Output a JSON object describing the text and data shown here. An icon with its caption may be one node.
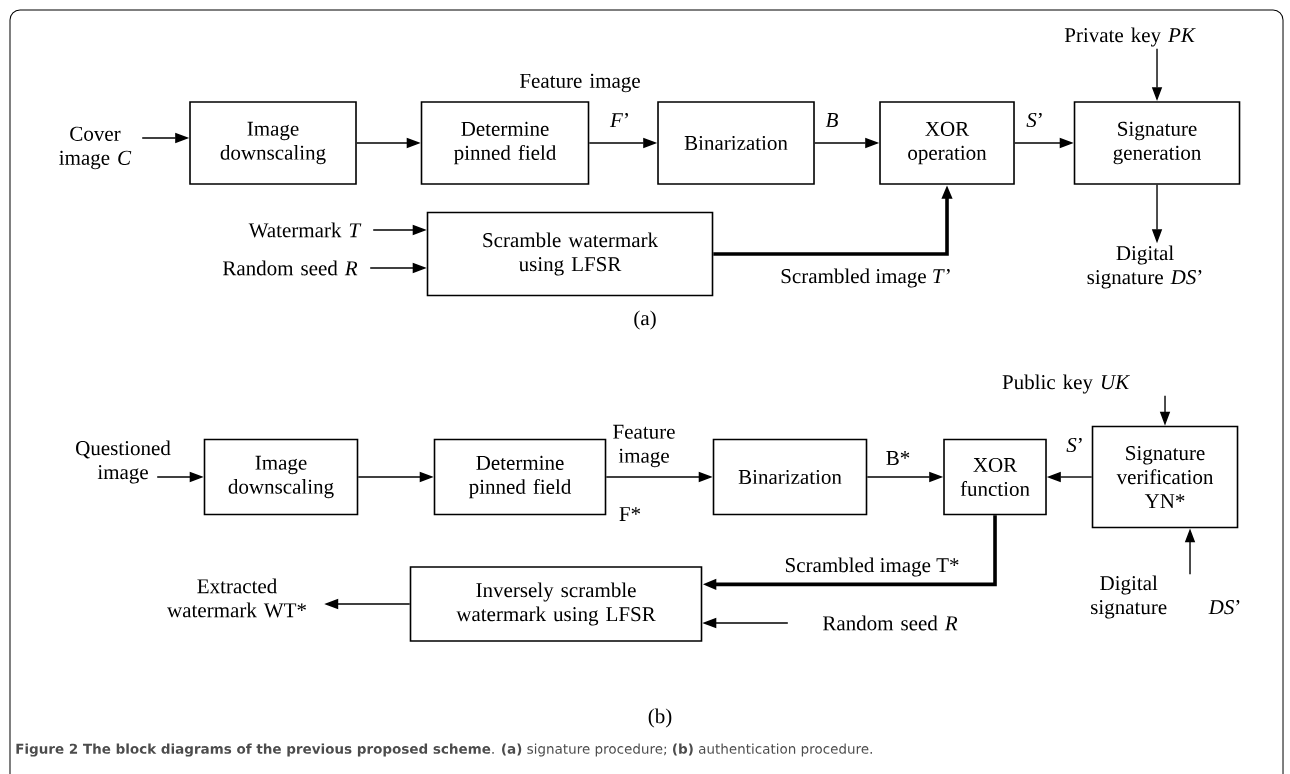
{
  "diagram": {
    "caption": "**Figure 2 The block diagrams of the previous proposed scheme**. **(a)** signature procedure; **(b)** authentication procedure.",
    "nodes": [
      {
        "text": [
          "Cover image *C*"
        ]
      },
      {
        "text": [
          "Image downscaling"
        ]
      },
      {
        "text": [
          "Determine pinned field"
        ]
      },
      {
        "text": [
          "Binarization"
        ]
      },
      {
        "text": [
          "XOR operation"
        ]
      },
      {
        "text": [
          "Signature generation"
        ]
      },
      {
        "text": [
          "Private key *PK*"
        ]
      },
      {
        "text": [
          "Digital signature *DS*’"
        ]
      },
      {
        "text": [
          "Watermark *T*"
        ]
      },
      {
        "text": [
          "Random seed *R*"
        ]
      },
      {
        "text": [
          "Scramble watermark using LFSR"
        ]
      },
      {
        "text": [
          "Questioned image"
        ]
      },
      {
        "text": [
          "Image downscaling"
        ]
      },
      {
        "text": [
          "Determine pinned field"
        ]
      },
      {
        "text": [
          "Binarization"
        ]
      },
      {
        "text": [
          "XOR function"
        ]
      },
      {
        "text": [
          "Signature verification",
          "YN*"
        ]
      },
      {
        "text": [
          "Public key *UK*"
        ]
      },
      {
        "text": [
          "Digital signature",
          "*DS*’"
        ]
      },
      {
        "text": [
          "Extracted watermark WT*"
        ]
      },
      {
        "text": [
          "Inversely scramble watermark using LFSR"
        ]
      },
      {
        "text": [
          "Random seed *R*"
        ]
      }
    ],
    "edges": [
      {
        "from": 0,
        "to": 1,
        "arrow": "to"
      },
      {
        "from": 1,
        "to": 2,
        "arrow": "to"
      },
      {
        "from": 2,
        "to": 3,
        "arrow": "to",
        "label": "*F*’"
      },
      {
        "from": 3,
        "to": 4,
        "arrow": "to",
        "label": "*B*"
      },
      {
        "from": 4,
        "to": 5,
        "arrow": "to",
        "label": "*S*’"
      },
      {
        "from": 6,
        "to": 5,
        "arrow": "to"
      },
      {
        "from": 5,
        "to": 7,
        "arrow": "to"
      },
      {
        "from": 8,
        "to": 10,
        "arrow": "to"
      },
      {
        "from": 9,
        "to": 10,
        "arrow": "to"
      },
      {
        "from": 10,
        "to": 4,
        "arrow": "to",
        "label": "Scrambled image *T*’",
        "style": "thick"
      },
      {
        "from": 11,
        "to": 12,
        "arrow": "to"
      },
      {
        "from": 12,
        "to": 13,
        "arrow": "to"
      },
      {
        "from": 13,
        "to": 14,
        "arrow": "to",
        "label": "F*"
      },
      {
        "from": 14,
        "to": 15,
        "arrow": "to",
        "label": "B*"
      },
      {
        "from": 16,
        "to": 15,
        "arrow": "to",
        "label": "*S*’"
      },
      {
        "from": 17,
        "to": 16,
        "arrow": "to"
      },
      {
        "from": 18,
        "to": 16,
        "arrow": "to"
      },
      {
        "from": 15,
        "to": 20,
        "arrow": "to",
        "label": "Scrambled image T*",
        "style": "thick"
      },
      {
        "from": 21,
        "to": 20,
        "arrow": "to"
      },
      {
        "from": 20,
        "to": 19,
        "arrow": "to"
      }
    ],
    "labels": [
      "Feature image",
      "(a)",
      "Feature image",
      "(b)"
    ]
  }
}
